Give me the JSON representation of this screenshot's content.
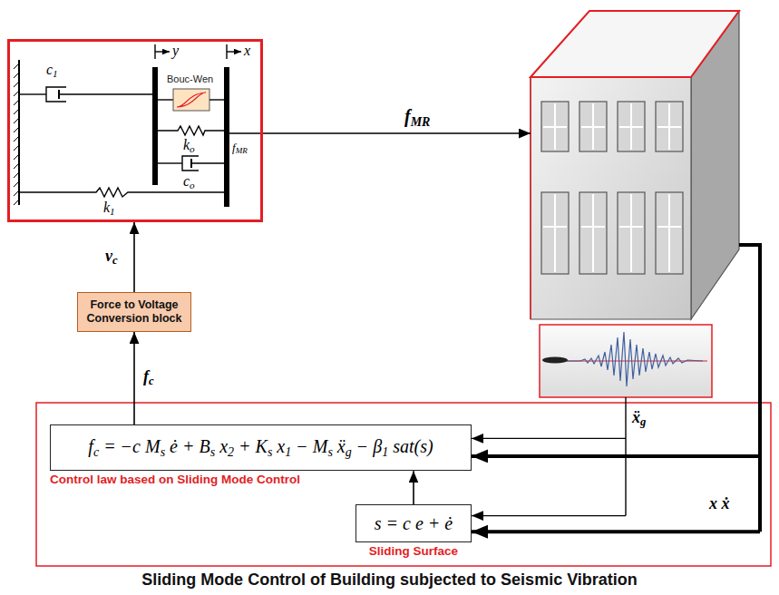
{
  "diagram": {
    "caption": "Sliding Mode Control of Building subjected to Seismic Vibration",
    "nodes": [
      {
        "text": [
          "y",
          "x",
          "Bouc-Wen",
          "c1",
          "ko",
          "co",
          "k1",
          "fMR"
        ]
      },
      {
        "text": [
          "Force to Voltage Conversion block"
        ]
      },
      {
        "text": [
          "fc = −c Ms ė + Bs x2 + Ks x1 − Ms ẍg − β1 sat(s)",
          "Control law based on Sliding Mode Control"
        ]
      },
      {
        "text": [
          "s = c e + ė",
          "Sliding Surface"
        ]
      }
    ],
    "edges": [
      {
        "from": 1,
        "to": 0,
        "label": "vc",
        "arrow": "to"
      },
      {
        "from": 2,
        "to": 1,
        "label": "fc",
        "arrow": "to"
      },
      {
        "from": 3,
        "to": 2,
        "arrow": "to"
      }
    ],
    "labels": [
      "fMR",
      "ẍg",
      "x ẋ"
    ]
  }
}
